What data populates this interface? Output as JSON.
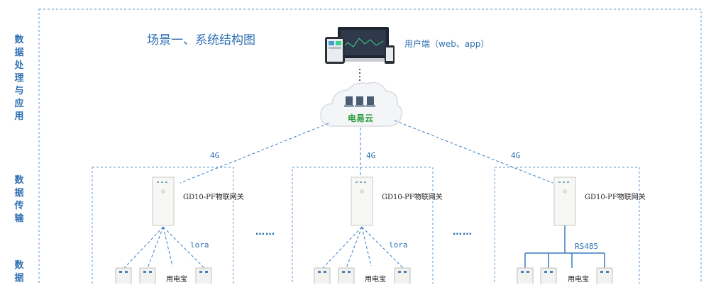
{
  "side_labels": {
    "processing": "数据处理与应用",
    "transmission": "数据传输",
    "collection": "数据"
  },
  "title": "场景一、系统结构图",
  "user_endpoint": "用户端（web、app）",
  "cloud": "电易云",
  "uplink_labels": [
    "4G",
    "4G",
    "4G"
  ],
  "gateways": [
    "GD10-PF物联网关",
    "GD10-PF物联网关",
    "GD10-PF物联网关"
  ],
  "field_links": [
    "lora",
    "lora",
    "RS485"
  ],
  "device_labels": [
    "用电宝",
    "用电宝",
    "用电宝"
  ],
  "ellipsis": [
    "……",
    "……"
  ],
  "colors": {
    "accent": "#2f6fb3",
    "cloud_text": "#2a9a3a",
    "dashed_line": "#3a7cc4"
  }
}
